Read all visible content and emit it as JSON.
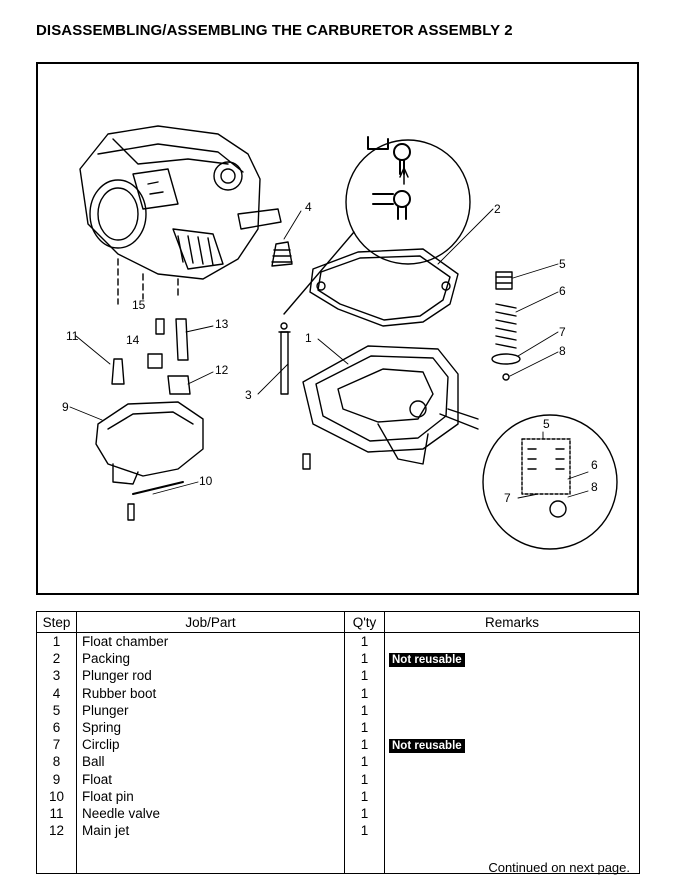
{
  "page": {
    "title": "DISASSEMBLING/ASSEMBLING THE CARBURETOR ASSEMBLY 2",
    "continued_note": "Continued on next page."
  },
  "figure": {
    "callouts": {
      "c1": "1",
      "c2": "2",
      "c3": "3",
      "c4": "4",
      "c5": "5",
      "c6": "6",
      "c7": "7",
      "c8": "8",
      "c9": "9",
      "c10": "10",
      "c11": "11",
      "c12": "12",
      "c13": "13",
      "c14": "14",
      "c15": "15",
      "d5": "5",
      "d6": "6",
      "d7": "7",
      "d8": "8"
    }
  },
  "table": {
    "headers": {
      "step": "Step",
      "part": "Job/Part",
      "qty": "Q'ty",
      "remarks": "Remarks"
    },
    "rows": [
      {
        "step": "1",
        "part": "Float chamber",
        "qty": "1",
        "remark": ""
      },
      {
        "step": "2",
        "part": "Packing",
        "qty": "1",
        "remark": "Not reusable"
      },
      {
        "step": "3",
        "part": "Plunger rod",
        "qty": "1",
        "remark": ""
      },
      {
        "step": "4",
        "part": "Rubber boot",
        "qty": "1",
        "remark": ""
      },
      {
        "step": "5",
        "part": "Plunger",
        "qty": "1",
        "remark": ""
      },
      {
        "step": "6",
        "part": "Spring",
        "qty": "1",
        "remark": ""
      },
      {
        "step": "7",
        "part": "Circlip",
        "qty": "1",
        "remark": "Not reusable"
      },
      {
        "step": "8",
        "part": "Ball",
        "qty": "1",
        "remark": ""
      },
      {
        "step": "9",
        "part": "Float",
        "qty": "1",
        "remark": ""
      },
      {
        "step": "10",
        "part": "Float pin",
        "qty": "1",
        "remark": ""
      },
      {
        "step": "11",
        "part": "Needle valve",
        "qty": "1",
        "remark": ""
      },
      {
        "step": "12",
        "part": "Main jet",
        "qty": "1",
        "remark": ""
      }
    ]
  }
}
